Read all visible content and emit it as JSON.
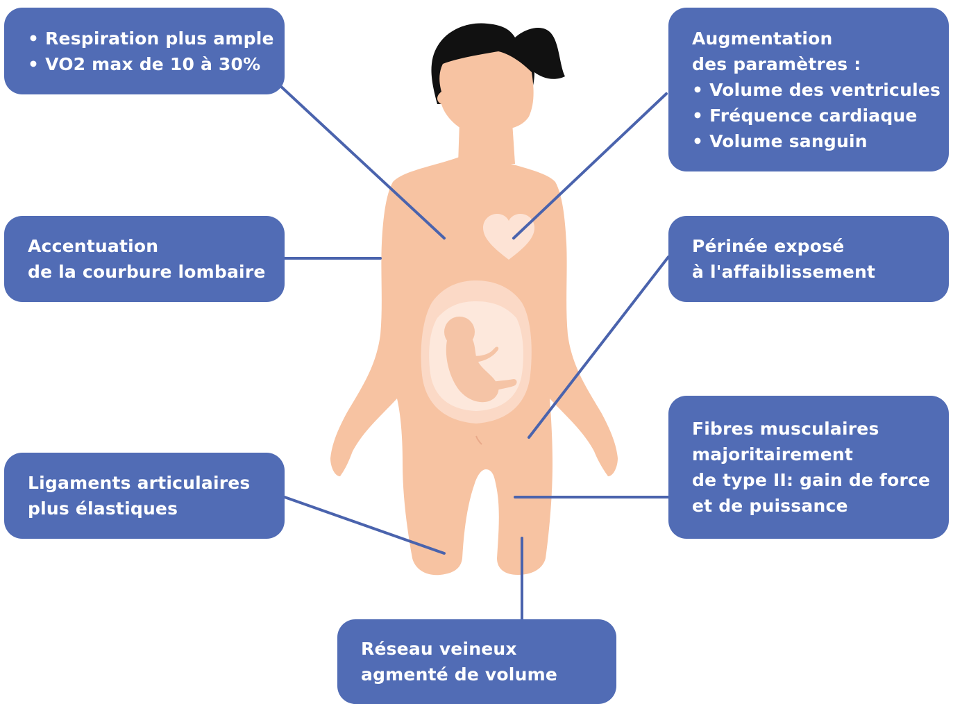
{
  "colors": {
    "callout_fill": "#516cb5",
    "callout_text": "#ffffff",
    "connector": "#4a63ad",
    "skin": "#f7c3a2",
    "hair": "#111111",
    "heart": "#fde3d5",
    "uterus_outer": "#fbd9c6",
    "uterus_inner": "#fde8dc",
    "fetus": "#f5c4a6"
  },
  "figure": {
    "subject": "pregnant woman silhouette",
    "icons": [
      "woman-silhouette",
      "heart-icon",
      "uterus",
      "fetus-icon"
    ]
  },
  "callouts": {
    "respiration": {
      "lines": [
        "• Respiration plus ample",
        "• VO2 max de 10 à 30%"
      ]
    },
    "cardio": {
      "lines": [
        "Augmentation",
        "des paramètres :",
        "• Volume des ventricules",
        "• Fréquence cardiaque",
        "• Volume sanguin"
      ]
    },
    "lombaire": {
      "lines": [
        "Accentuation",
        "de la courbure lombaire"
      ]
    },
    "perinee": {
      "lines": [
        "Périnée exposé",
        "à l'affaiblissement"
      ]
    },
    "ligaments": {
      "lines": [
        "Ligaments articulaires",
        "plus élastiques"
      ]
    },
    "fibres": {
      "lines": [
        "Fibres musculaires",
        "majoritairement",
        "de type II: gain de force",
        "et de puissance"
      ]
    },
    "veineux": {
      "lines": [
        "Réseau veineux",
        "agmenté de volume"
      ]
    }
  }
}
